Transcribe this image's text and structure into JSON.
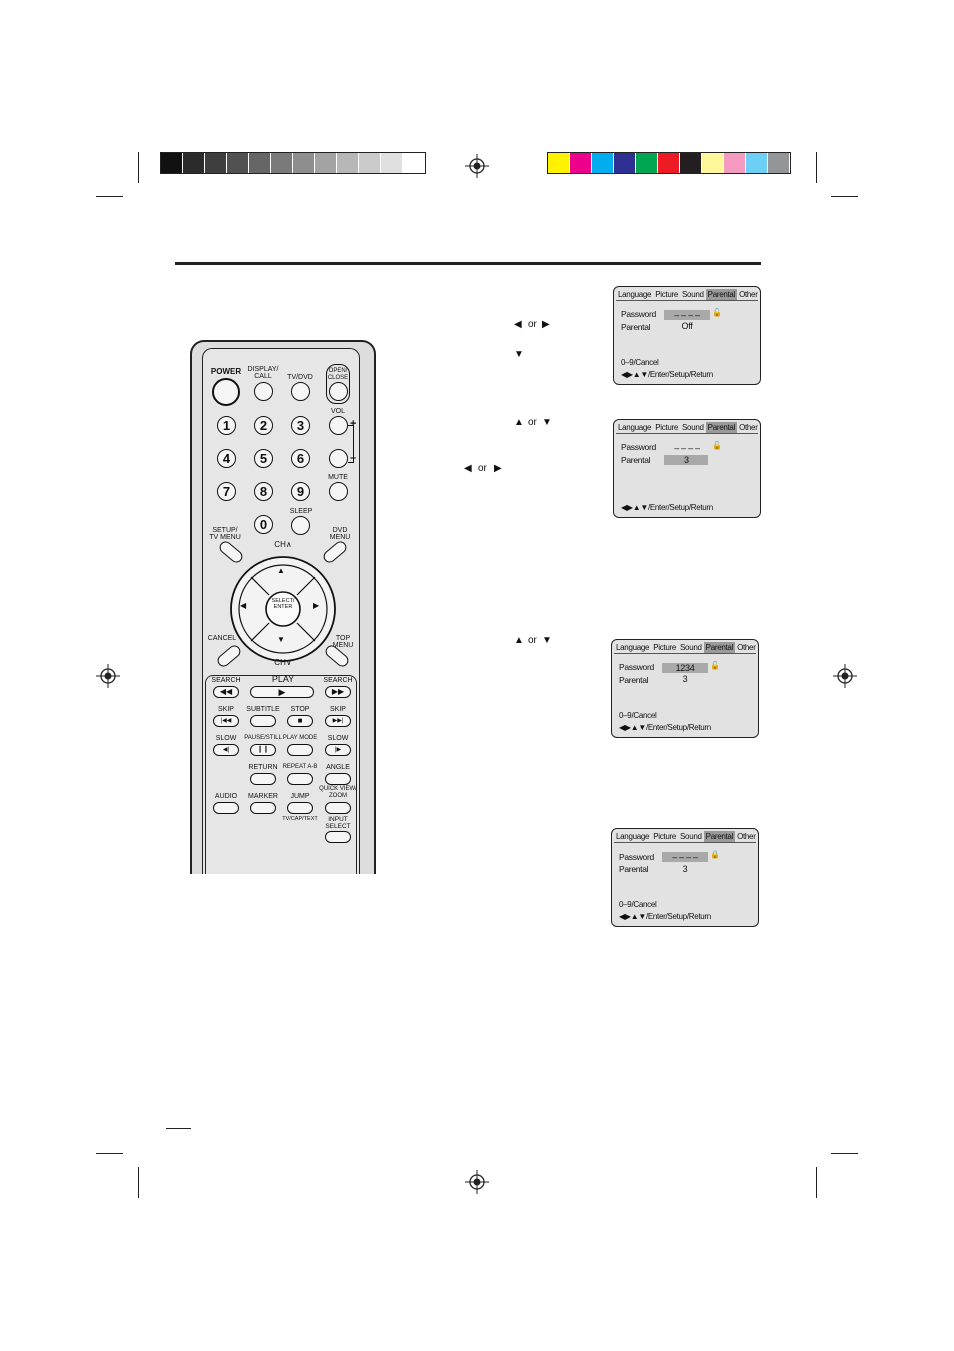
{
  "grayscale_bar": [
    "#111111",
    "#2b2b2b",
    "#3e3e3e",
    "#515151",
    "#666666",
    "#7a7a7a",
    "#8e8e8e",
    "#a3a3a3",
    "#b7b7b7",
    "#cbcbcb",
    "#e0e0e0",
    "#ffffff"
  ],
  "color_bar": [
    "#fff200",
    "#ec008c",
    "#00aeef",
    "#2e3192",
    "#00a651",
    "#ed1c24",
    "#231f20",
    "#fff799",
    "#f49ac1",
    "#6dcff6",
    "#939598"
  ],
  "remote": {
    "power": "POWER",
    "display_call": "DISPLAY/\nCALL",
    "tv_dvd": "TV/DVD",
    "open_close": "OPEN/\nCLOSE",
    "vol": "VOL",
    "vol_plus": "+",
    "vol_minus": "–",
    "mute": "MUTE",
    "sleep": "SLEEP",
    "numbers": [
      "1",
      "2",
      "3",
      "4",
      "5",
      "6",
      "7",
      "8",
      "9",
      "0"
    ],
    "setup_tv_menu": "SETUP/\nTV MENU",
    "dvd_menu": "DVD\nMENU",
    "ch_up": "CH∧",
    "ch_down": "CH∨",
    "select_enter": "SELECT/\nENTER",
    "cancel": "CANCEL",
    "top_menu": "TOP MENU",
    "search": "SEARCH",
    "play": "PLAY",
    "skip": "SKIP",
    "subtitle": "SUBTITLE",
    "stop": "STOP",
    "slow": "SLOW",
    "pause_still": "PAUSE/STILL",
    "play_mode": "PLAY MODE",
    "return": "RETURN",
    "repeat_ab": "REPEAT A-B",
    "angle": "ANGLE",
    "audio": "AUDIO",
    "marker": "MARKER",
    "jump": "JUMP",
    "quick_view_zoom": "QUICK VIEW/\nZOOM",
    "tv_cap_text": "TV/CAP/TEXT",
    "input_select": "INPUT\nSELECT",
    "glyph_rew": "◀◀",
    "glyph_ff": "▶▶",
    "glyph_play": "▶",
    "glyph_skip_back": "|◀◀",
    "glyph_skip_fwd": "▶▶|",
    "glyph_stop": "■",
    "glyph_slow_back": "◀|",
    "glyph_pause": "❙❙",
    "glyph_slow_fwd": "|▶",
    "glyph_up": "▲",
    "glyph_down": "▼",
    "glyph_left": "◀",
    "glyph_right": "▶"
  },
  "instructions": {
    "step1_left": "◀",
    "step1_or": "or",
    "step1_right": "▶",
    "step1b_down": "▼",
    "step2_up": "▲",
    "step2_or": "or",
    "step2_down": "▼",
    "step2b_left": "◀",
    "step2b_or": "or",
    "step2b_right": "▶",
    "step3_up": "▲",
    "step3_or": "or",
    "step3_down": "▼"
  },
  "osd_tabs": [
    "Language",
    "Picture",
    "Sound",
    "Parental",
    "Other"
  ],
  "screens": [
    {
      "password_label": "Password",
      "password_value": "– – – –",
      "lock": "🔓",
      "parental_label": "Parental",
      "parental_value": "Off",
      "help1": "0–9/Cancel",
      "help2": "◀▶▲▼/Enter/Setup/Return"
    },
    {
      "password_label": "Password",
      "password_value": "– – – –",
      "lock": "🔓",
      "parental_label": "Parental",
      "parental_value": "3",
      "help1": "",
      "help2": "◀▶▲▼/Enter/Setup/Return"
    },
    {
      "password_label": "Password",
      "password_value": "1234",
      "lock": "🔓",
      "parental_label": "Parental",
      "parental_value": "3",
      "help1": "0–9/Cancel",
      "help2": "◀▶▲▼/Enter/Setup/Return"
    },
    {
      "password_label": "Password",
      "password_value": "– – – –",
      "lock": "🔒",
      "parental_label": "Parental",
      "parental_value": "3",
      "help1": "0–9/Cancel",
      "help2": "◀▶▲▼/Enter/Setup/Return"
    }
  ]
}
